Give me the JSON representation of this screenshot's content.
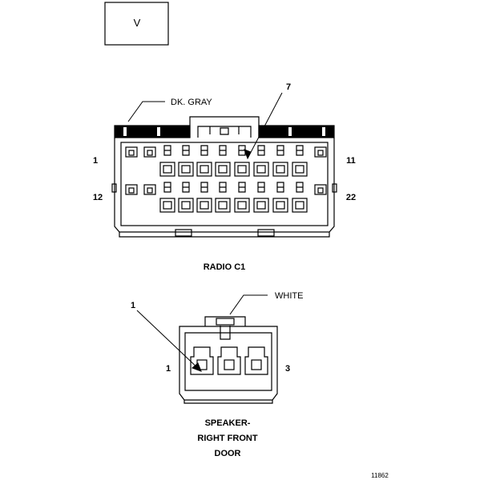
{
  "tag_box": {
    "letter": "V"
  },
  "radio_c1": {
    "wire_color": "DK. GRAY",
    "pin_callout": "7",
    "pin_top_left": "1",
    "pin_top_right": "11",
    "pin_bottom_left": "12",
    "pin_bottom_right": "22",
    "caption": "RADIO C1"
  },
  "speaker": {
    "wire_color": "WHITE",
    "pin_callout": "1",
    "pin_left": "1",
    "pin_right": "3",
    "caption_line1": "SPEAKER-",
    "caption_line2": "RIGHT FRONT",
    "caption_line3": "DOOR"
  },
  "figure_id": "11862"
}
